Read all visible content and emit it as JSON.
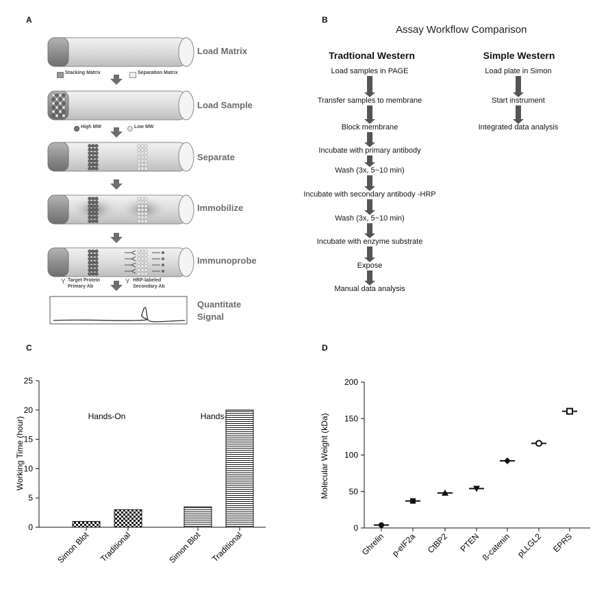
{
  "panels": {
    "a": "A",
    "b": "B",
    "c": "C",
    "d": "D"
  },
  "panel_a": {
    "steps": [
      "Load Matrix",
      "Load Sample",
      "Separate",
      "Immobilize",
      "Immunoprobe"
    ],
    "final_step_line1": "Quantitate",
    "final_step_line2": "Signal",
    "legend_matrix": [
      "Stacking Matrix",
      "Separation Matrix"
    ],
    "legend_mw": [
      "High MW",
      "Low MW"
    ],
    "legend_ab_left": [
      "Target Protein",
      "Primary Ab"
    ],
    "legend_ab_right": [
      "HRP-labeled",
      "Secondary Ab"
    ],
    "colors": {
      "step_label": "#6b6b6b",
      "tube": "#e6e6e6",
      "tube_dark": "#9a9a9a",
      "arrow": "#6e6e6e"
    }
  },
  "panel_b": {
    "title": "Assay Workflow Comparison",
    "traditional": {
      "heading": "Tradtional Western",
      "steps": [
        "Load samples in PAGE",
        "Transfer samples to membrane",
        "Block membrane",
        "Incubate with primary antibody",
        "Wash (3x, 5~10 min)",
        "Incubate with secondary antibody -HRP",
        "Wash (3x, 5~10 min)",
        "Incubate with enzyme substrate",
        "Expose",
        "Manual data analysis"
      ]
    },
    "simple": {
      "heading": "Simple Western",
      "steps": [
        "Load plate in Simon",
        "Start instrument",
        "Integrated data analysis"
      ]
    },
    "colors": {
      "arrow": "#555555"
    }
  },
  "chart_data": [
    {
      "type": "bar",
      "panel": "C",
      "ylabel": "Working Time (hour)",
      "ylim": [
        0,
        25
      ],
      "yticks": [
        0,
        5,
        10,
        15,
        20,
        25
      ],
      "groups": [
        {
          "label": "Hands-On",
          "pattern": "checker",
          "categories": [
            "Simon Blot",
            "Traditional"
          ],
          "values": [
            1,
            3
          ]
        },
        {
          "label": "Hands-Off",
          "pattern": "stripes",
          "categories": [
            "Simon Blot",
            "Traditional"
          ],
          "values": [
            3.5,
            20
          ]
        }
      ],
      "grid": false
    },
    {
      "type": "scatter",
      "panel": "D",
      "ylabel": "Molecular Weight (kDa)",
      "ylim": [
        0,
        200
      ],
      "yticks": [
        0,
        50,
        100,
        150,
        200
      ],
      "categories": [
        "Ghrelin",
        "p-eIF2a",
        "CtBP2",
        "PTEN",
        "ß-catenin",
        "pLLGL2",
        "EPRS"
      ],
      "values": [
        4,
        37,
        48,
        54,
        92,
        116,
        160
      ],
      "markers": [
        "circle",
        "square",
        "triangle-up",
        "triangle-down",
        "diamond",
        "circle-open",
        "square-open"
      ],
      "grid": false
    }
  ]
}
